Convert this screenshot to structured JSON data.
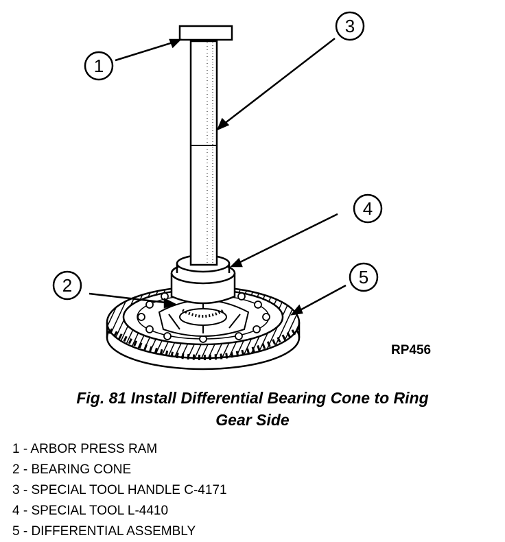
{
  "callouts": {
    "c1": "1",
    "c2": "2",
    "c3": "3",
    "c4": "4",
    "c5": "5"
  },
  "ref_code": "RP456",
  "caption": {
    "line1": "Fig. 81 Install Differential Bearing Cone to Ring",
    "line2": "Gear Side"
  },
  "legend": [
    "1 - ARBOR PRESS RAM",
    "2 - BEARING CONE",
    "3 - SPECIAL TOOL HANDLE C-4171",
    "4 - SPECIAL TOOL L-4410",
    "5 - DIFFERENTIAL ASSEMBLY"
  ]
}
